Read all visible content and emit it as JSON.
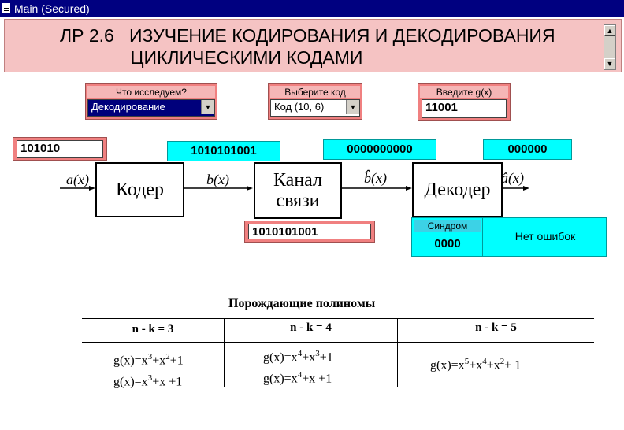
{
  "window": {
    "title": "Main (Secured)"
  },
  "header": {
    "title": "ЛР 2.6   ИЗУЧЕНИЕ КОДИРОВАНИЯ И ДЕКОДИРОВАНИЯ\n              ЦИКЛИЧЕСКИМИ КОДАМИ"
  },
  "controls": {
    "study": {
      "label": "Что исследуем?",
      "value": "Декодирование"
    },
    "code": {
      "label": "Выберите код",
      "value": "Код (10, 6)"
    },
    "gx": {
      "label": "Введите g(x)",
      "value": "11001"
    }
  },
  "diagram": {
    "input_ax": "101010",
    "encoder_out": "1010101001",
    "channel_out": "0000000000",
    "decoder_out": "000000",
    "channel_input": "1010101001",
    "blocks": {
      "encoder": "Кодер",
      "channel": "Канал\nсвязи",
      "decoder": "Декодер"
    },
    "signals": {
      "a": "a(x)",
      "b": "b(x)",
      "bhat": "b̂(x)",
      "ahat": "â(x)"
    },
    "syndrome": {
      "label": "Синдром",
      "value": "0000",
      "status": "Нет ошибок"
    }
  },
  "polynomials": {
    "title": "Порождающие полиномы",
    "headers": [
      "n - k = 3",
      "n - k = 4",
      "n - k = 5"
    ],
    "col1": [
      [
        {
          "t": "g(x)=x"
        },
        {
          "s": "3"
        },
        {
          "t": "+x"
        },
        {
          "s": "2"
        },
        {
          "t": "+1"
        }
      ],
      [
        {
          "t": "g(x)=x"
        },
        {
          "s": "3"
        },
        {
          "t": "+x +1"
        }
      ]
    ],
    "col2": [
      [
        {
          "t": "g(x)=x"
        },
        {
          "s": "4"
        },
        {
          "t": "+x"
        },
        {
          "s": "3"
        },
        {
          "t": "+1"
        }
      ],
      [
        {
          "t": "g(x)=x"
        },
        {
          "s": "4"
        },
        {
          "t": "+x +1"
        }
      ]
    ],
    "col3": [
      [
        {
          "t": "g(x)=x"
        },
        {
          "s": "5"
        },
        {
          "t": "+x"
        },
        {
          "s": "4"
        },
        {
          "t": "+x"
        },
        {
          "s": "2"
        },
        {
          "t": "+ 1"
        }
      ]
    ]
  },
  "icons": {
    "window": "document-icon",
    "scroll_up": "scroll-up-icon",
    "scroll_down": "scroll-down-icon",
    "dropdown": "chevron-down-icon"
  }
}
